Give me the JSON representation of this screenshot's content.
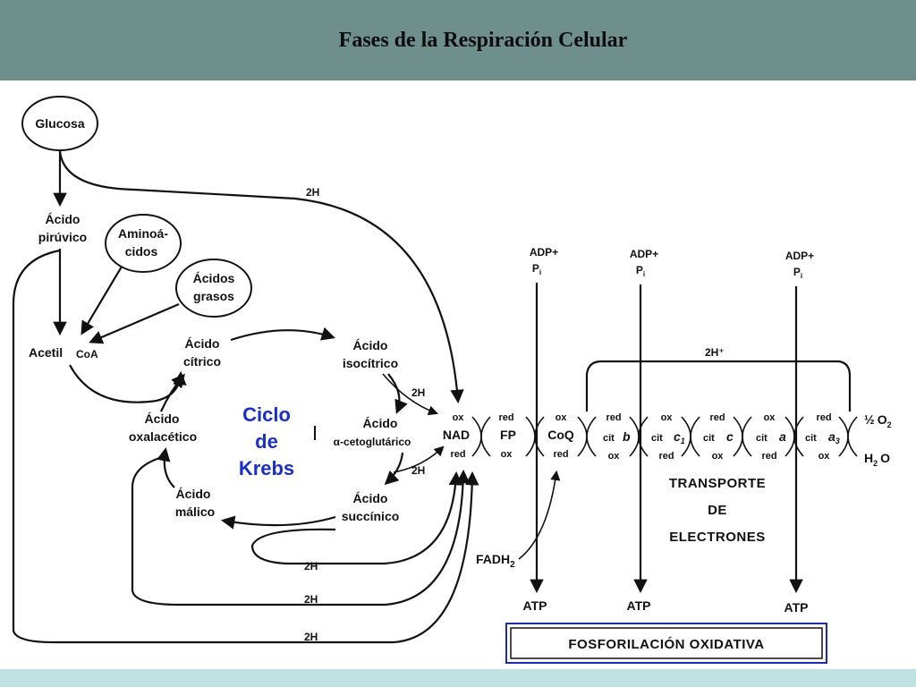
{
  "header": {
    "title": "Fases de la Respiración  Celular"
  },
  "nodes": {
    "glucosa": "Glucosa",
    "piruvico_1": "Ácido",
    "piruvico_2": "pirúvico",
    "amino_1": "Aminoá-",
    "amino_2": "cidos",
    "grasos_1": "Ácidos",
    "grasos_2": "grasos",
    "acetil_1": "Acetil",
    "acetil_2": "CoA",
    "citrico_1": "Ácido",
    "citrico_2": "cítrico",
    "isocitrico_1": "Ácido",
    "isocitrico_2": "isocítrico",
    "cetoglutarico_1": "Ácido",
    "cetoglutarico_2": "α-cetoglutárico",
    "succinico_1": "Ácido",
    "succinico_2": "succínico",
    "malico_1": "Ácido",
    "malico_2": "málico",
    "oxalacetico_1": "Ácido",
    "oxalacetico_2": "oxalacético"
  },
  "krebs": {
    "line1": "Ciclo",
    "line2": "de",
    "line3": "Krebs"
  },
  "hydrogen": {
    "top": "2H",
    "iso": "2H",
    "ceto": "2H",
    "b1": "2H",
    "b2": "2H",
    "b3": "2H",
    "proton": "2H⁺"
  },
  "fadh2": {
    "base": "FADH",
    "sub": "2"
  },
  "chain": {
    "ox": "ox",
    "red": "red",
    "nad": "NAD",
    "fp": "FP",
    "coq": "CoQ",
    "cit": "cit",
    "cyt_b": "b",
    "cyt_c1": "c",
    "cyt_c1_sub": "1",
    "cyt_c": "c",
    "cyt_a": "a",
    "cyt_a3": "a",
    "cyt_a3_sub": "3"
  },
  "atp_sites": {
    "adp": "ADP+",
    "pi": "P",
    "pi_sub": "i",
    "atp": "ATP"
  },
  "oxygen": {
    "o2_frac": "½",
    "o2": "O",
    "o2_sub": "2",
    "water": "H",
    "water_sub": "2",
    "water_o": "O"
  },
  "transporte": {
    "line1": "TRANSPORTE",
    "line2": "DE",
    "line3": "ELECTRONES"
  },
  "fosforilacion": "FOSFORILACIÓN OXIDATIVA",
  "colors": {
    "header_bg": "#6f8f8c",
    "footer_band": "#bfe1e2",
    "krebs_text": "#1a2fc4",
    "box_border": "#1c2ba8"
  }
}
